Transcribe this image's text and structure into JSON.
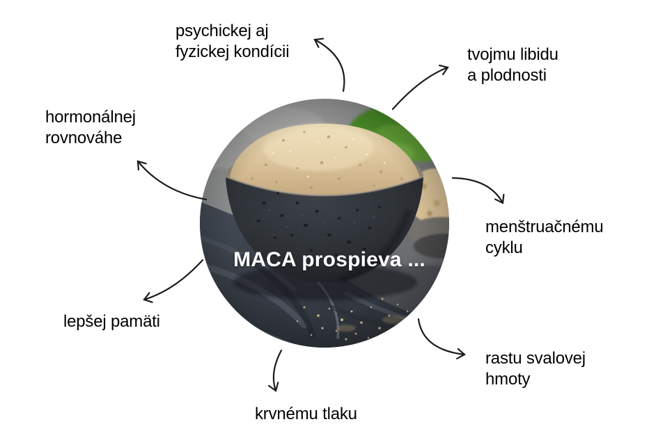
{
  "center": {
    "title": "MACA prospieva ..."
  },
  "benefits": [
    {
      "name": "psychicka-a-fyzicka-kondicia",
      "lines": [
        "psychickej aj",
        "fyzickej kondícii"
      ]
    },
    {
      "name": "libido-a-plodnost",
      "lines": [
        "tvojmu libidu",
        "a plodnosti"
      ]
    },
    {
      "name": "hormonalna-rovnovaha",
      "lines": [
        "hormonálnej",
        "rovnováhe"
      ]
    },
    {
      "name": "menstruacny-cyklus",
      "lines": [
        "menštruačnému",
        "cyklu"
      ]
    },
    {
      "name": "lepsia-pamat",
      "lines": [
        "lepšej pamäti"
      ]
    },
    {
      "name": "krvny-tlak",
      "lines": [
        "krvnému tlaku"
      ]
    },
    {
      "name": "rast-svalovej-hmoty",
      "lines": [
        "rastu svalovej",
        "hmoty"
      ]
    }
  ],
  "icons": [
    "curved-arrow-up-left-icon",
    "curved-arrow-up-right-icon",
    "curved-arrow-left-icon",
    "curved-arrow-down-right-icon",
    "curved-arrow-down-left-icon",
    "curved-arrow-down-icon",
    "curved-arrow-right-icon"
  ],
  "colors": {
    "background": "#ffffff",
    "text": "#000000",
    "arrow": "#1b1b1b",
    "caption_white": "#ffffff",
    "powder_beige": "#dcc49c",
    "bowl_charcoal": "#2b2f34",
    "leaf_green": "#5e9e34",
    "fabric_slate": "#3b414a"
  }
}
